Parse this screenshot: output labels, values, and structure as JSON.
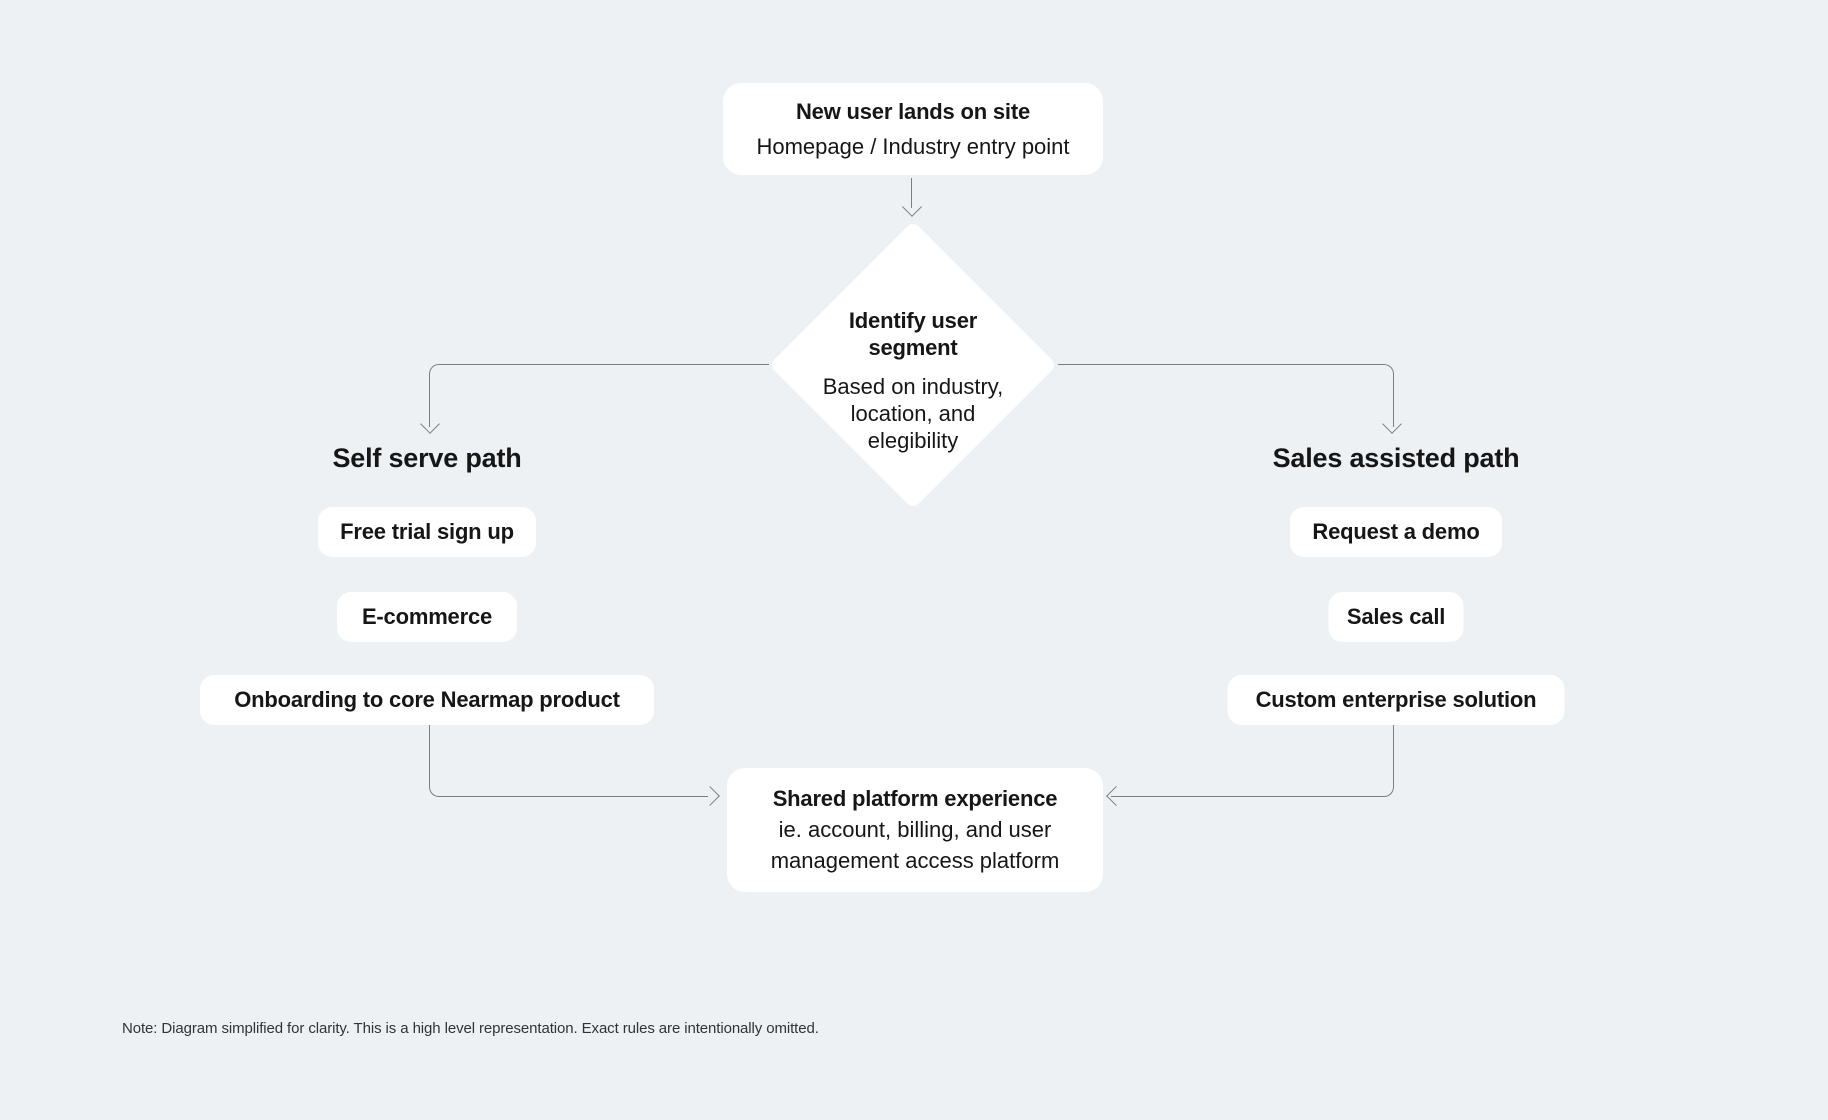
{
  "colors": {
    "background": "#edf1f4",
    "node_background": "#ffffff",
    "text": "#161616",
    "connector": "#7e7e7e"
  },
  "diagram": {
    "start": {
      "title": "New user lands on site",
      "subtitle": "Homepage / Industry entry point"
    },
    "decision": {
      "title_lines": [
        "Identify user",
        "segment"
      ],
      "body_lines": [
        "Based on industry,",
        "location, and",
        "elegibility"
      ]
    },
    "self_serve": {
      "heading": "Self serve path",
      "steps": [
        "Free trial sign up",
        "E-commerce",
        "Onboarding to core Nearmap product"
      ]
    },
    "sales_assisted": {
      "heading": "Sales assisted path",
      "steps": [
        "Request a demo",
        "Sales call",
        "Custom enterprise solution"
      ]
    },
    "merge": {
      "title": "Shared platform experience",
      "body_lines": [
        "ie. account, billing, and user",
        "management access platform"
      ]
    },
    "note": "Note: Diagram simplified for clarity. This is a high level representation. Exact rules are intentionally omitted."
  }
}
